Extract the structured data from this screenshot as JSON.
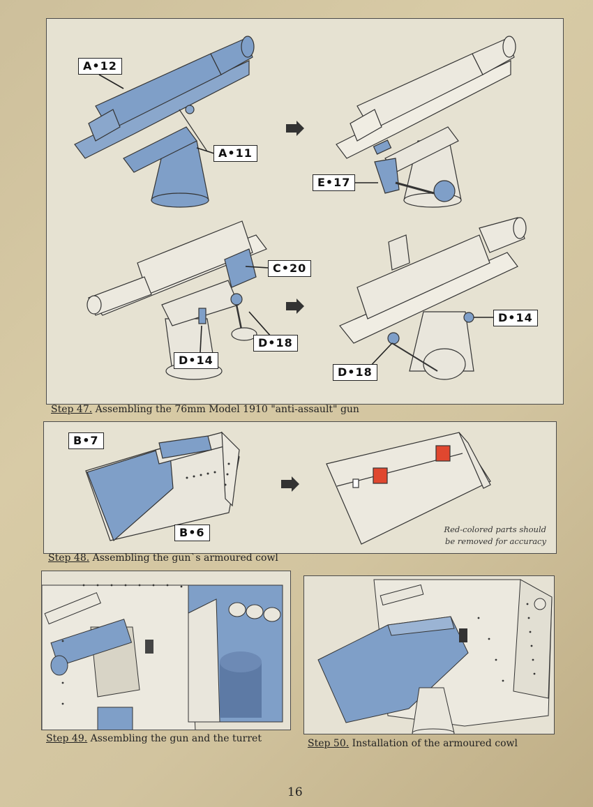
{
  "steps": {
    "s47": {
      "number": "Step 47.",
      "text": " Assembling the 76mm Model 1910 \"anti-assault\" gun"
    },
    "s48": {
      "number": "Step 48.",
      "text": " Assembling the gun`s armoured cowl"
    },
    "s49": {
      "number": "Step 49.",
      "text": " Assembling the gun and the turret"
    },
    "s50": {
      "number": "Step 50.",
      "text": " Installation of the armoured cowl"
    }
  },
  "part_labels": {
    "a12": "A•12",
    "a11": "A•11",
    "e17": "E•17",
    "c20": "C•20",
    "d18_left": "D•18",
    "d14_left": "D•14",
    "d14_right": "D•14",
    "d18_right": "D•18",
    "b7": "B•7",
    "b6": "B•6"
  },
  "note": {
    "line1": "Red-colored parts should",
    "line2": "be removed for accuracy"
  },
  "page_number": "16",
  "colors": {
    "part_highlight": "#7f9fc8",
    "part_grey": "#e9e6dc",
    "remove_red": "#e0472f",
    "outline": "#333333"
  }
}
